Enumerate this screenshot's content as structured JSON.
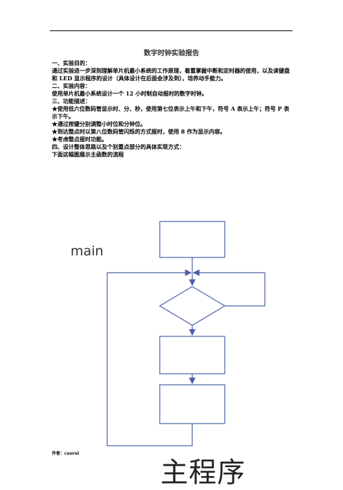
{
  "doc": {
    "title": "数字时钟实验报告",
    "sections": [
      {
        "heading": "一、实验目的：",
        "lines": [
          "通过实验进一步深刻理解单片机最小系统的工作原理，着重掌握中断和定时器的使用，以及读键盘和 LED 显示程序的设计（具体设计在后面会涉及到），培养动手能力。"
        ]
      },
      {
        "heading": "二、实验内容：",
        "lines": [
          "使用单片机最小系统设计一个 12 小时制自动报时的数字时钟。"
        ]
      },
      {
        "heading": "三、功能描述：",
        "lines": [
          "★使用低六位数码管显示时、分、秒，使用第七位表示上午和下午，符号 A 表示上午；符号 P 表示下午。",
          "★通过按键分别调整小时位和分钟位。",
          "★到达整点时以第八位数码管闪烁的方式报时，使用 8 作为显示内容。",
          "★考虑整点报时功能。"
        ]
      },
      {
        "heading": "四、设计整体思路以及个别重点部分的具体实现方式：",
        "lines": [
          "下面这幅图展示主函数的流程"
        ]
      }
    ],
    "flow_label": "main",
    "author": "作者：caorui",
    "big_caption": "主程序"
  }
}
